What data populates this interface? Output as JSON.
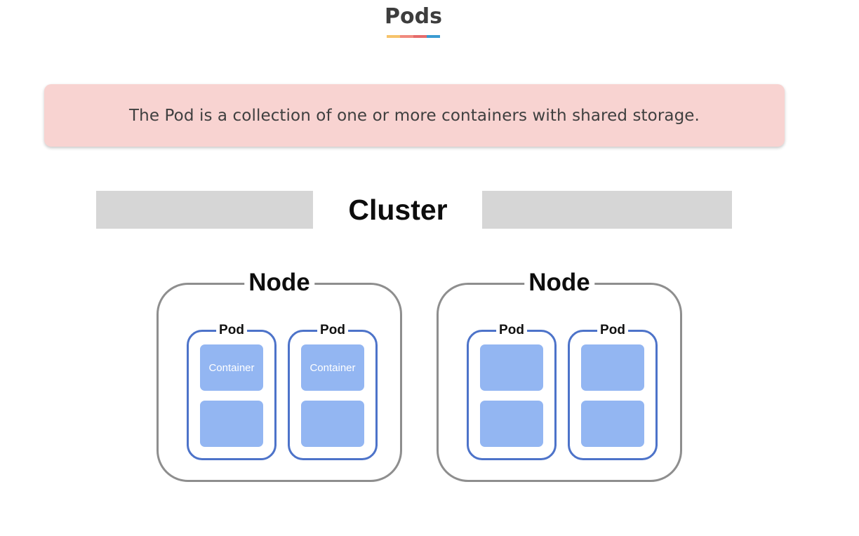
{
  "header": {
    "title": "Pods",
    "underline_colors": [
      "#f6c36b",
      "#f08a7e",
      "#e56b6b",
      "#3a9bd1"
    ]
  },
  "callout": {
    "text": "The Pod is a collection of one or more containers with shared storage.",
    "background": "#f8d3d1"
  },
  "diagram": {
    "cluster_label": "Cluster",
    "colors": {
      "cluster_bar": "#d6d6d6",
      "node_border": "#8e8e8e",
      "pod_border": "#4d73c9",
      "container_fill": "#93b6f2"
    },
    "nodes": [
      {
        "label": "Node",
        "pods": [
          {
            "label": "Pod",
            "containers": [
              "Container",
              ""
            ]
          },
          {
            "label": "Pod",
            "containers": [
              "Container",
              ""
            ]
          }
        ]
      },
      {
        "label": "Node",
        "pods": [
          {
            "label": "Pod",
            "containers": [
              "",
              ""
            ]
          },
          {
            "label": "Pod",
            "containers": [
              "",
              ""
            ]
          }
        ]
      }
    ]
  }
}
